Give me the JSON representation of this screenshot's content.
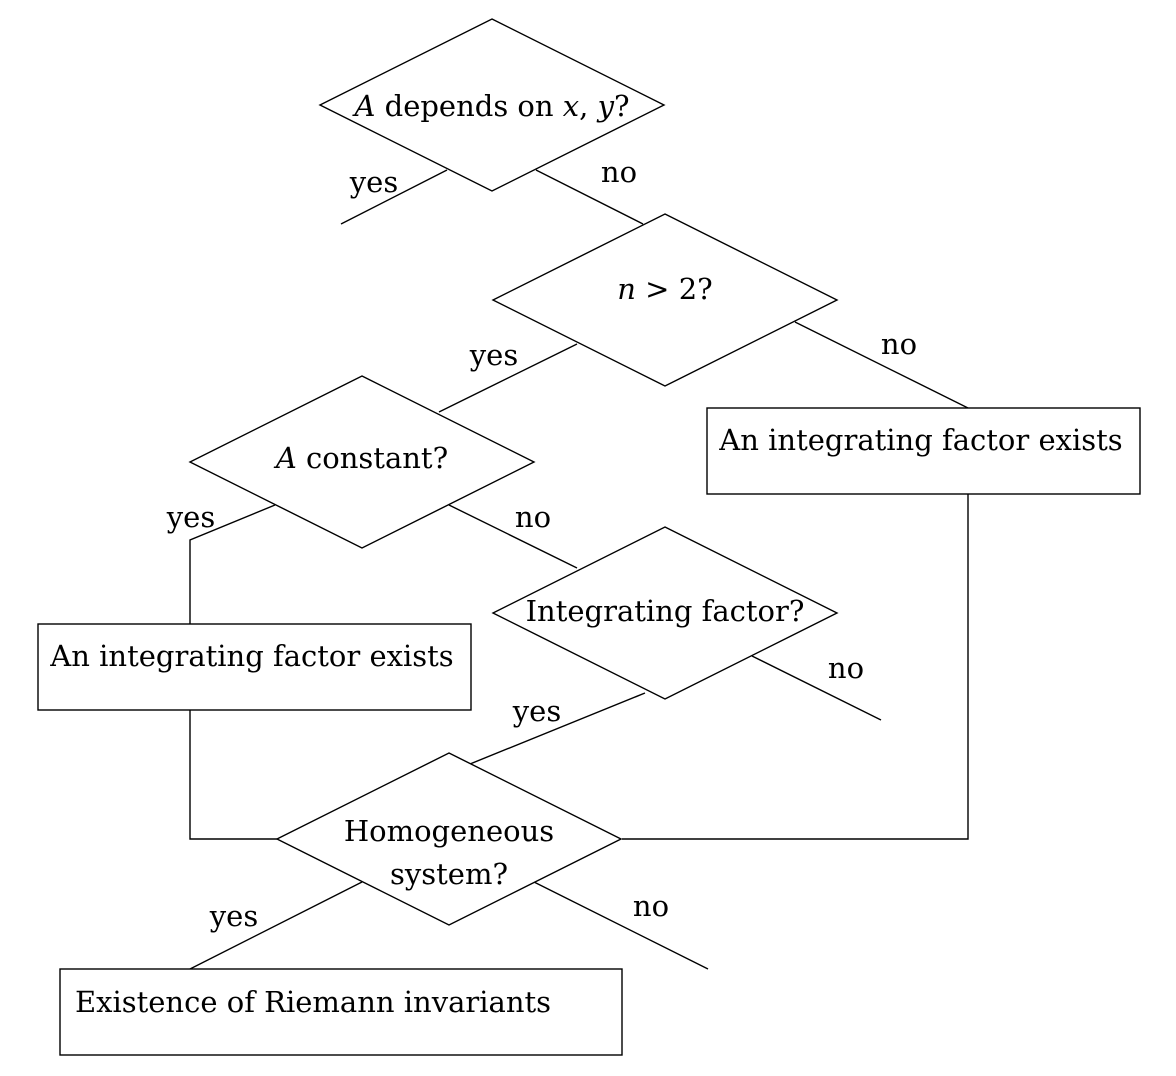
{
  "nodes": {
    "d1": {
      "var": "A",
      "text": " depends on ",
      "x": "x",
      "sep": ", ",
      "y": "y",
      "q": "?"
    },
    "d2": {
      "var": "n",
      "text": " > 2?"
    },
    "d3": {
      "var": "A",
      "text": " constant?"
    },
    "d4": {
      "text": "Integrating factor?"
    },
    "d5": {
      "line1": "Homogeneous",
      "line2": "system?"
    },
    "box1": {
      "text": "An integrating factor exists"
    },
    "box2": {
      "text": "An integrating factor exists"
    },
    "box3": {
      "text": "Existence of Riemann invariants"
    }
  },
  "edges": {
    "d1_yes": "yes",
    "d1_no": "no",
    "d2_yes": "yes",
    "d2_no": "no",
    "d3_yes": "yes",
    "d3_no": "no",
    "d4_yes": "yes",
    "d4_no": "no",
    "d5_yes": "yes",
    "d5_no": "no"
  }
}
